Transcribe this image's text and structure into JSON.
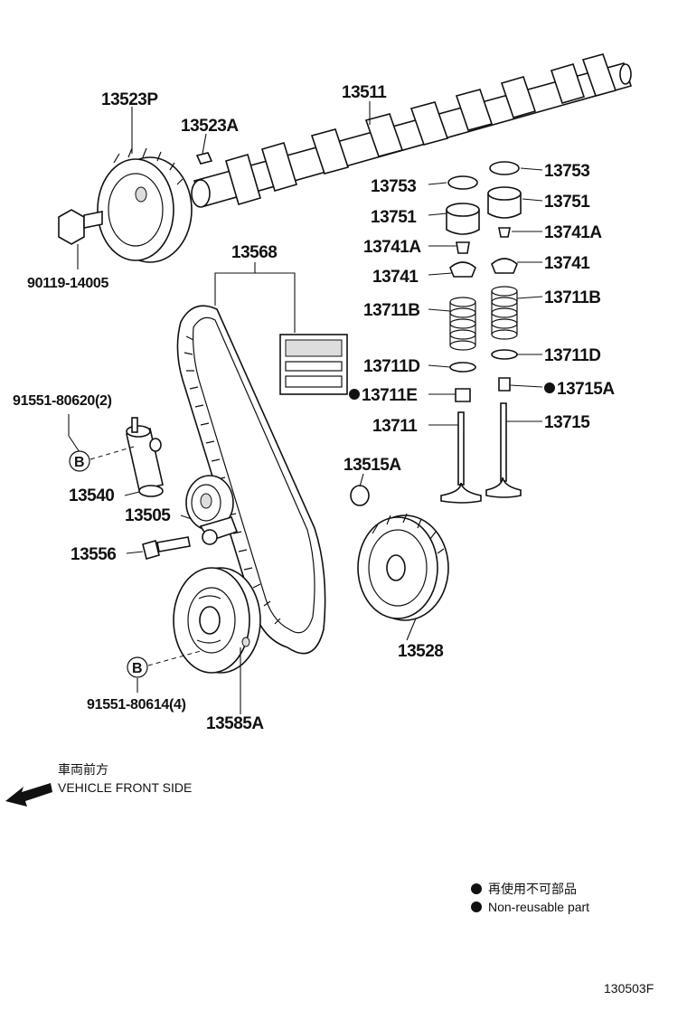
{
  "labels": {
    "p13523P": "13523P",
    "p13523A": "13523A",
    "p13511": "13511",
    "p13753_l": "13753",
    "p13753_r": "13753",
    "p13751_l": "13751",
    "p13751_r": "13751",
    "p13741A_l": "13741A",
    "p13741A_r": "13741A",
    "p13741_l": "13741",
    "p13741_r": "13741",
    "p13711B_l": "13711B",
    "p13711B_r": "13711B",
    "p13711D_l": "13711D",
    "p13711D_r": "13711D",
    "p13711E": "13711E",
    "p13715A": "13715A",
    "p13711": "13711",
    "p13715": "13715",
    "p90119": "90119-14005",
    "p13568": "13568",
    "p91551_620": "91551-80620(2)",
    "p13540": "13540",
    "p13505": "13505",
    "p13515A": "13515A",
    "p13556": "13556",
    "p13528": "13528",
    "p91551_614": "91551-80614(4)",
    "p13585A": "13585A",
    "b1": "B",
    "b2": "B"
  },
  "front": {
    "jp": "車両前方",
    "en": "VEHICLE FRONT SIDE"
  },
  "legend": {
    "jp": "再使用不可部品",
    "en": "Non-reusable part"
  },
  "code": "130503F"
}
